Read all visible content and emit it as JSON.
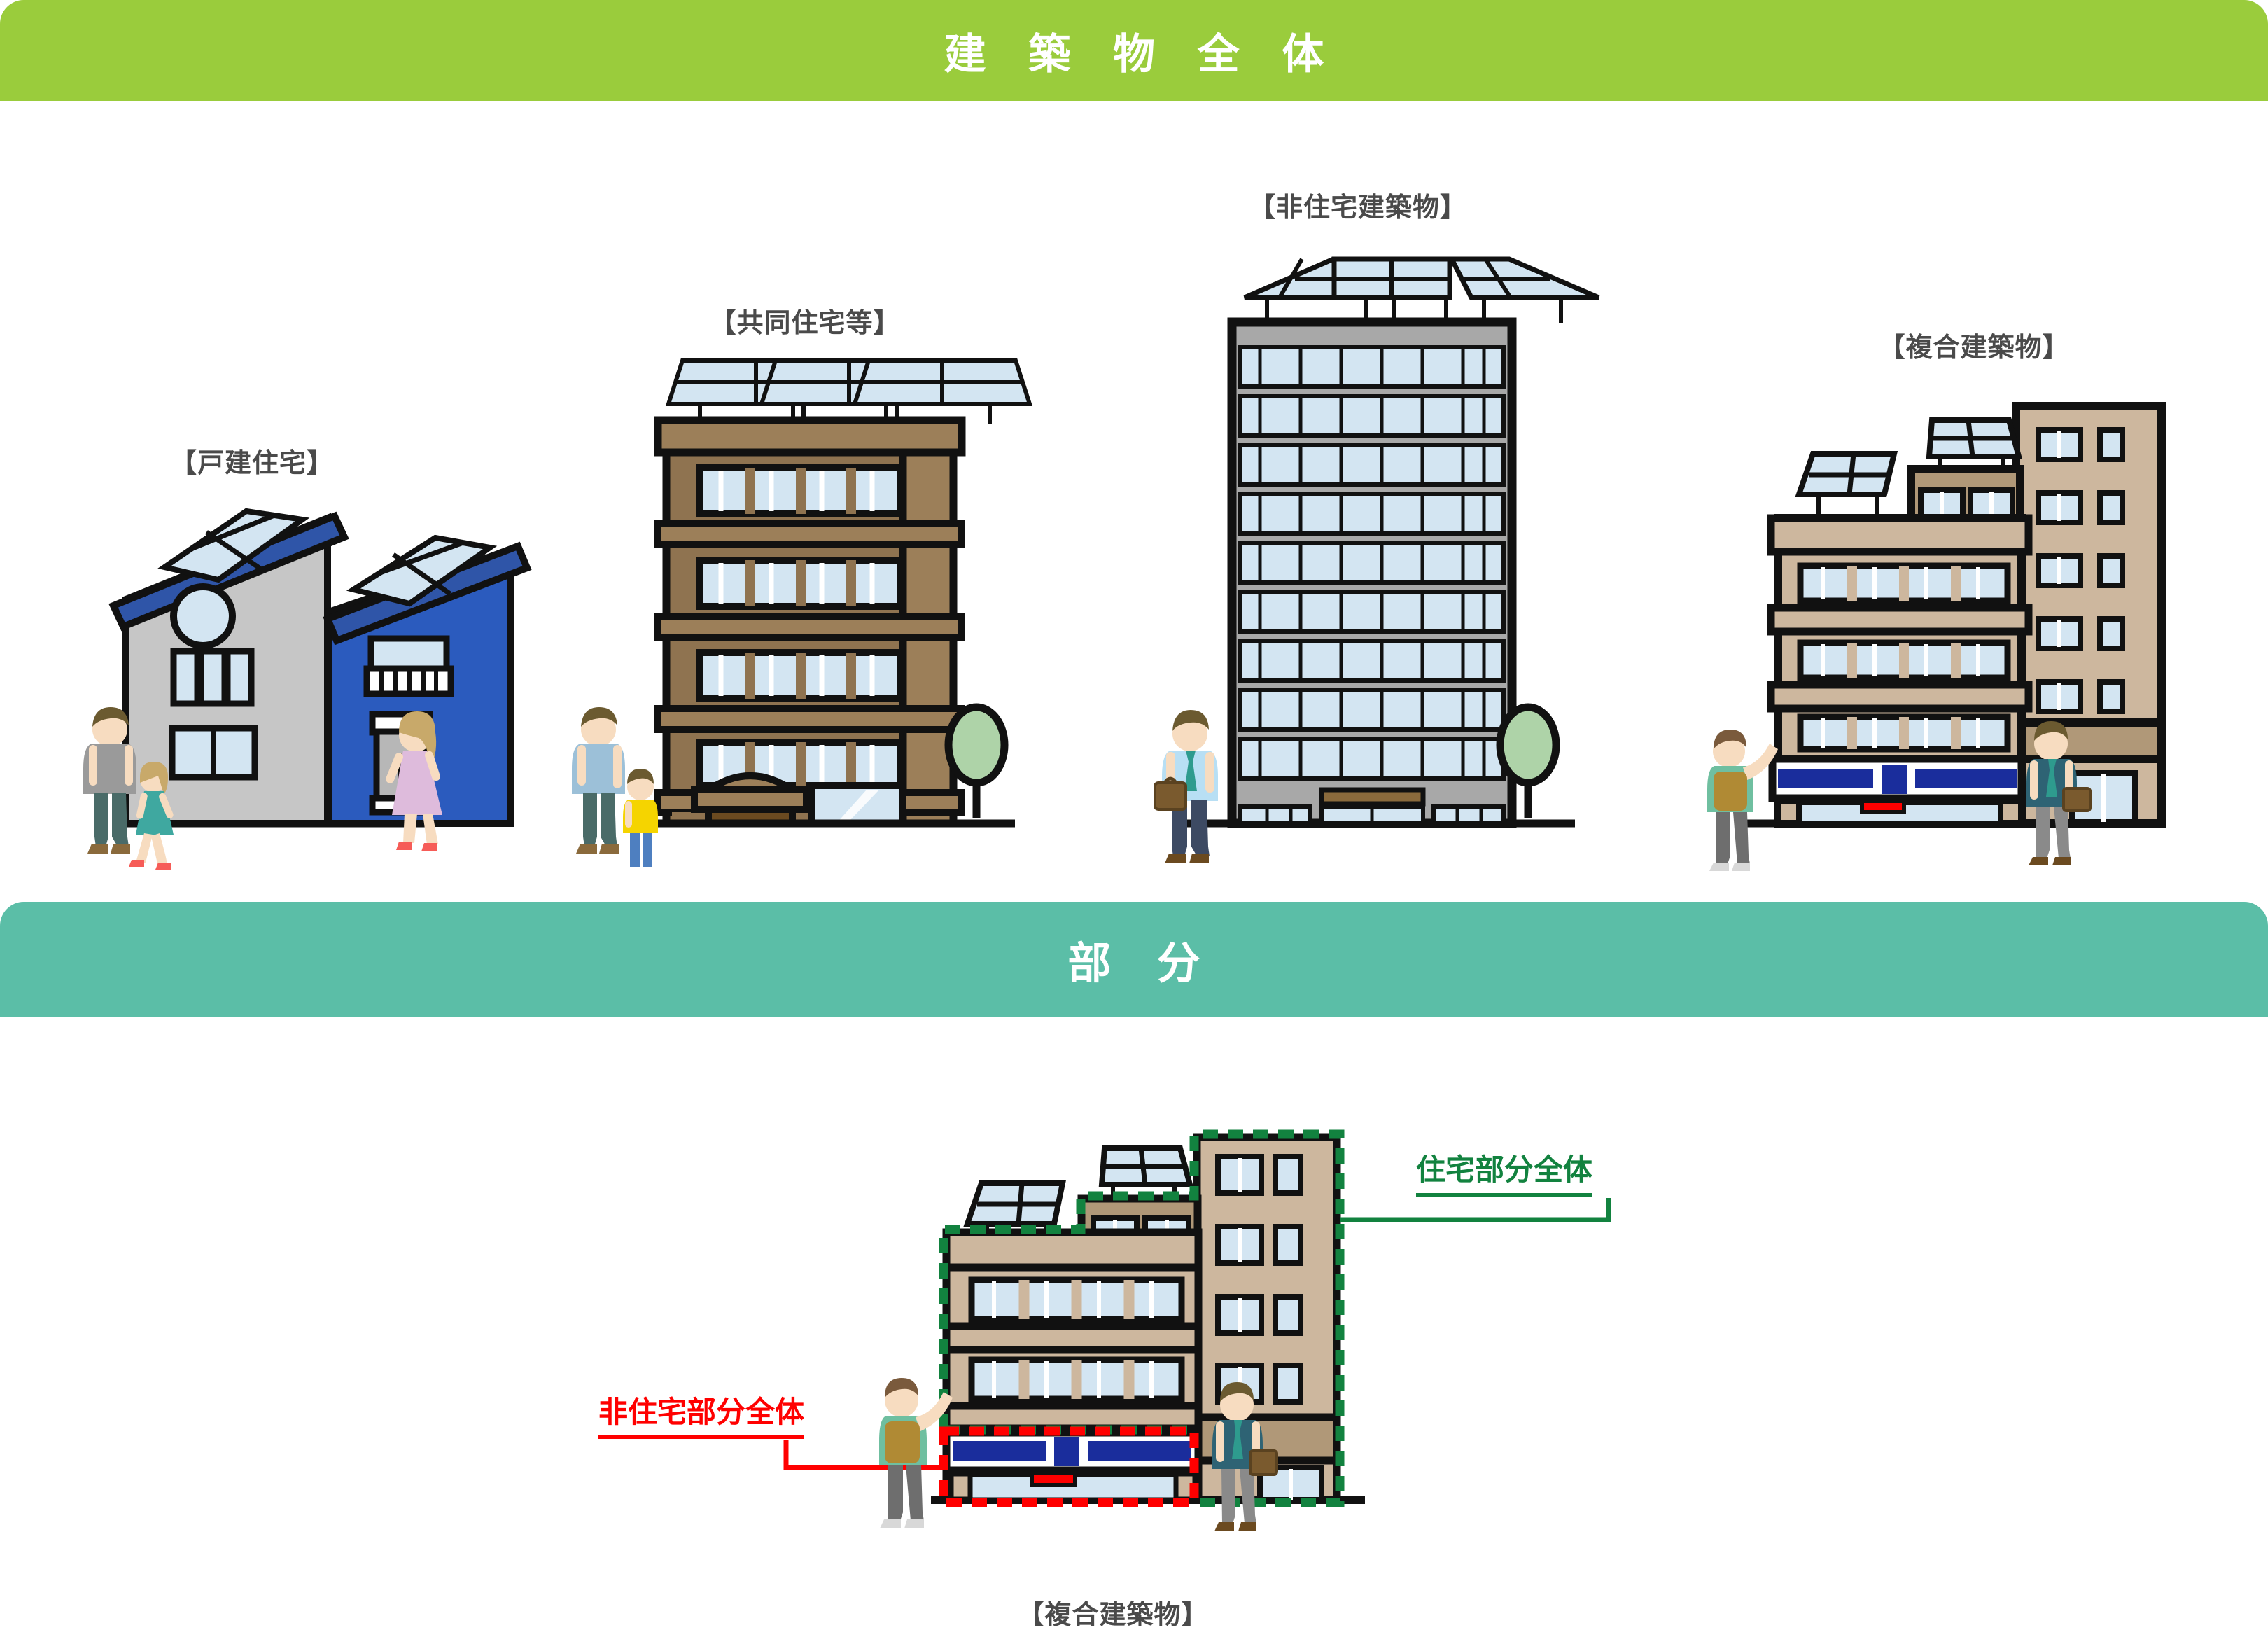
{
  "headers": {
    "building_whole": "建 築 物 全 体",
    "part": "部 分"
  },
  "colors": {
    "band_green": "#9ACC3C",
    "band_teal": "#5BBEA7",
    "residential_outline": "#12823F",
    "nonresidential_outline": "#FF0000",
    "caption_gray": "#4A4A4A",
    "glass_blue": "#D3E5F2",
    "apartment_brown": "#8F7350",
    "mixed_tan": "#CDB79E",
    "tower_gray": "#A8A8A8",
    "house_gray": "#C6C6C6",
    "house_blue": "#2B5BBE",
    "roof_blue": "#2F55A8",
    "sign_navy": "#1A2D9C",
    "sign_red": "#FF0000",
    "tree_green": "#AED3A8"
  },
  "top_row": {
    "buildings": [
      {
        "id": "detached-house",
        "caption": "【戸建住宅】"
      },
      {
        "id": "apartment",
        "caption": "【共同住宅等】"
      },
      {
        "id": "non-residential",
        "caption": "【非住宅建築物】"
      },
      {
        "id": "mixed-use",
        "caption": "【複合建築物】"
      }
    ]
  },
  "bottom": {
    "caption": "【複合建築物】",
    "annotations": [
      {
        "id": "residential-part",
        "label": "住宅部分全体",
        "color": "#12823F"
      },
      {
        "id": "non-residential-part",
        "label": "非住宅部分全体",
        "color": "#FF0000"
      }
    ]
  },
  "chart_data": {
    "type": "diagram",
    "title": "建築物全体 / 部分",
    "sections": [
      {
        "name": "建築物全体",
        "items": [
          "【戸建住宅】",
          "【共同住宅等】",
          "【非住宅建築物】",
          "【複合建築物】"
        ]
      },
      {
        "name": "部分",
        "items": [
          "【複合建築物】"
        ],
        "regions": [
          "住宅部分全体",
          "非住宅部分全体"
        ]
      }
    ]
  }
}
